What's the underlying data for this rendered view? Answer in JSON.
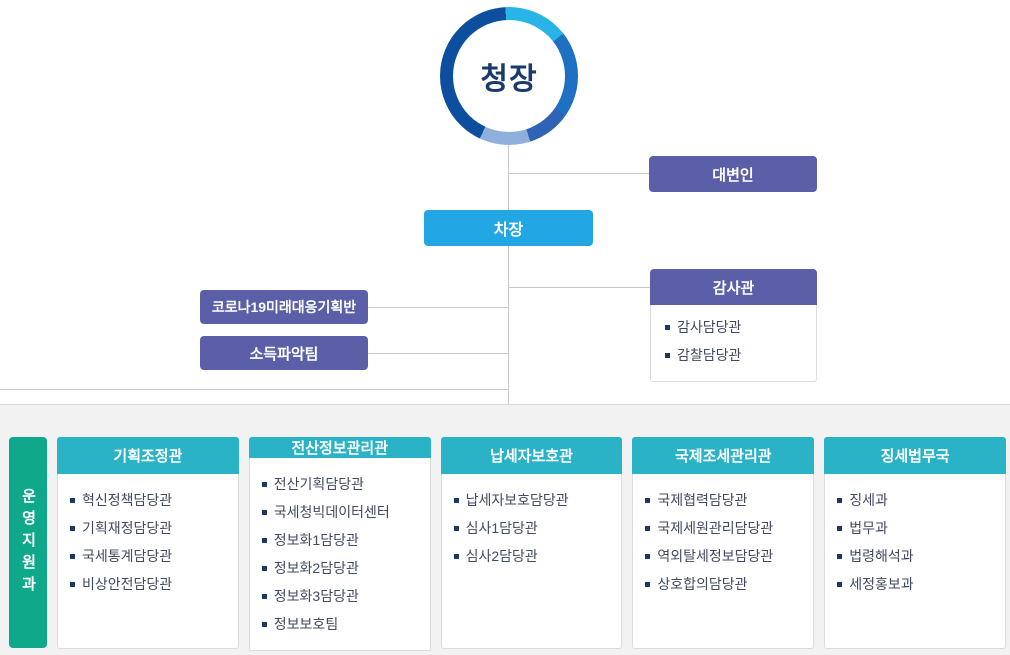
{
  "org": {
    "commissioner": {
      "label": "청장"
    },
    "spokesperson": {
      "label": "대변인"
    },
    "deputy": {
      "label": "차장"
    },
    "task_forces": [
      {
        "label": "코로나19미래대응기획반"
      },
      {
        "label": "소득파악팀"
      }
    ],
    "audit": {
      "label": "감사관",
      "items": [
        "감사담당관",
        "감찰담당관"
      ]
    },
    "operation_support": {
      "label": "운영지원과"
    },
    "departments": [
      {
        "label": "기획조정관",
        "items": [
          "혁신정책담당관",
          "기획재정담당관",
          "국세통계담당관",
          "비상안전담당관"
        ]
      },
      {
        "label": "전산정보관리관",
        "items": [
          "전산기획담당관",
          "국세청빅데이터센터",
          "정보화1담당관",
          "정보화2담당관",
          "정보화3담당관",
          "정보보호팀"
        ]
      },
      {
        "label": "납세자보호관",
        "items": [
          "납세자보호담당관",
          "심사1담당관",
          "심사2담당관"
        ]
      },
      {
        "label": "국제조세관리관",
        "items": [
          "국제협력담당관",
          "국제세원관리담당관",
          "역외탈세정보담당관",
          "상호합의담당관"
        ]
      },
      {
        "label": "징세법무국",
        "items": [
          "징세과",
          "법무과",
          "법령해석과",
          "세정홍보과"
        ]
      }
    ],
    "colors": {
      "purple": "#5a5fa8",
      "bright_blue": "#22a6e4",
      "teal": "#2ab2c6",
      "green": "#0fa88b",
      "ring_dark_blue": "#0d4f9e",
      "ring_cyan": "#29b4e8",
      "ring_mid_blue": "#1d70c2",
      "ring_royal_blue": "#2e63b6",
      "ring_periwinkle": "#8fb0dd",
      "connector_gray": "#c9c9c9",
      "section_bg": "#f2f2f2",
      "bullet_navy": "#1e3866"
    }
  }
}
